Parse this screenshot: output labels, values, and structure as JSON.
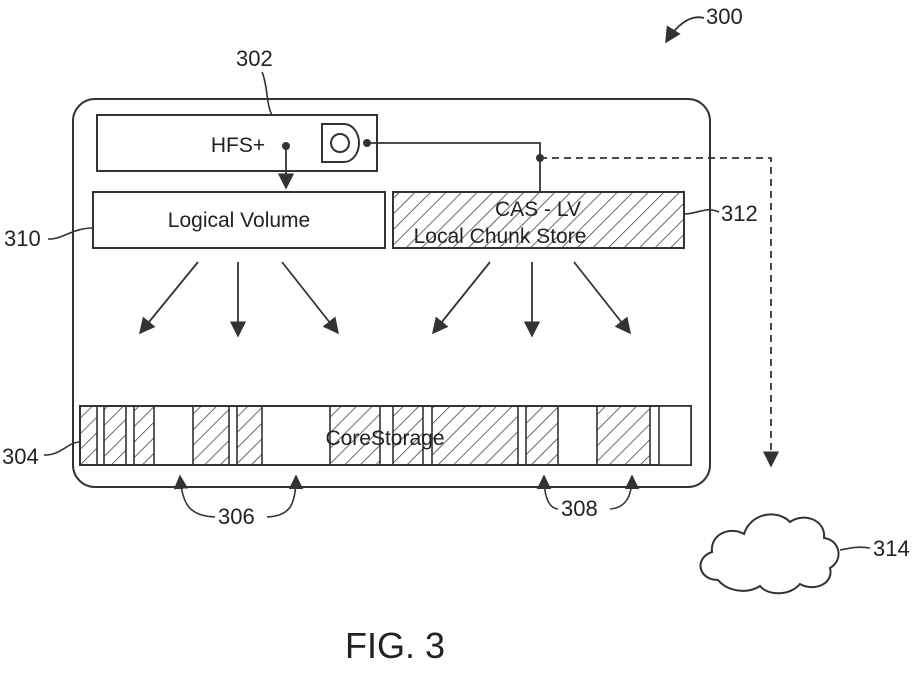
{
  "figure": {
    "ref_number": "300",
    "caption": "FIG. 3"
  },
  "hfs": {
    "label": "HFS+",
    "ref": "302"
  },
  "logical_volume": {
    "label": "Logical Volume",
    "ref": "310"
  },
  "cas_lv": {
    "line1": "CAS - LV",
    "line2": "Local Chunk Store",
    "ref": "312"
  },
  "core_storage": {
    "label": "CoreStorage",
    "ref": "304"
  },
  "refs": {
    "extents_left": "306",
    "extents_right": "308",
    "cloud": "314"
  },
  "colors": {
    "line": "#333333",
    "hatch": "#444444",
    "background": "#ffffff"
  }
}
